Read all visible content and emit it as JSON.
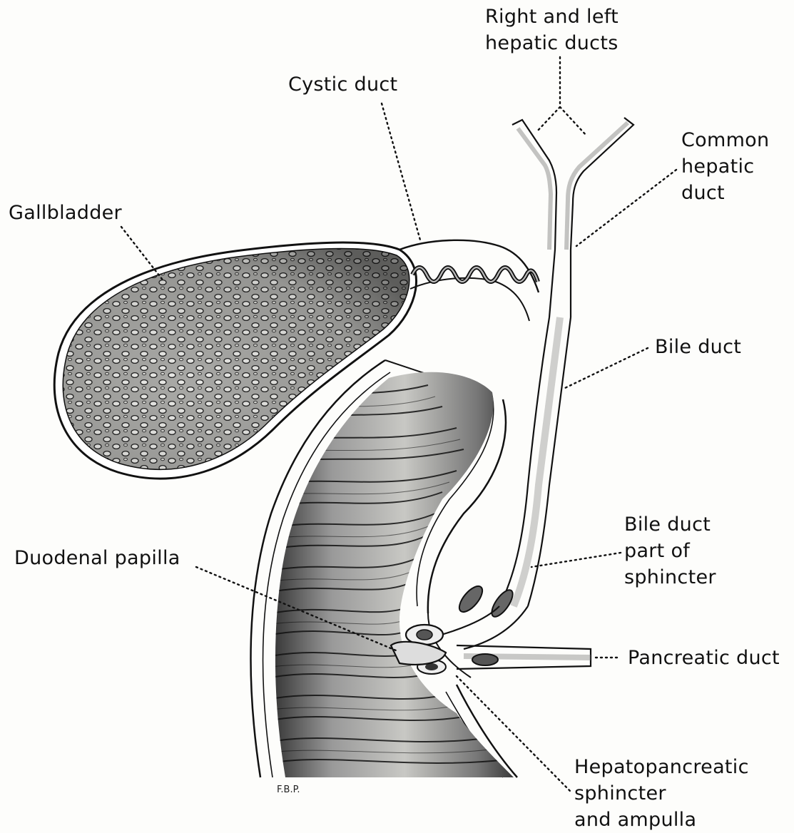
{
  "figure": {
    "labels": {
      "hepatic_ducts": [
        "Right and left",
        "hepatic ducts"
      ],
      "cystic_duct": "Cystic duct",
      "common_hepatic_duct": [
        "Common",
        "hepatic",
        "duct"
      ],
      "gallbladder": "Gallbladder",
      "bile_duct": "Bile duct",
      "bile_duct_sphincter": [
        "Bile duct",
        "part of",
        "sphincter"
      ],
      "duodenal_papilla": "Duodenal papilla",
      "pancreatic_duct": "Pancreatic duct",
      "hepatopancreatic_sphincter": [
        "Hepatopancreatic",
        "sphincter",
        "and ampulla"
      ]
    },
    "signature": "F.B.P."
  }
}
